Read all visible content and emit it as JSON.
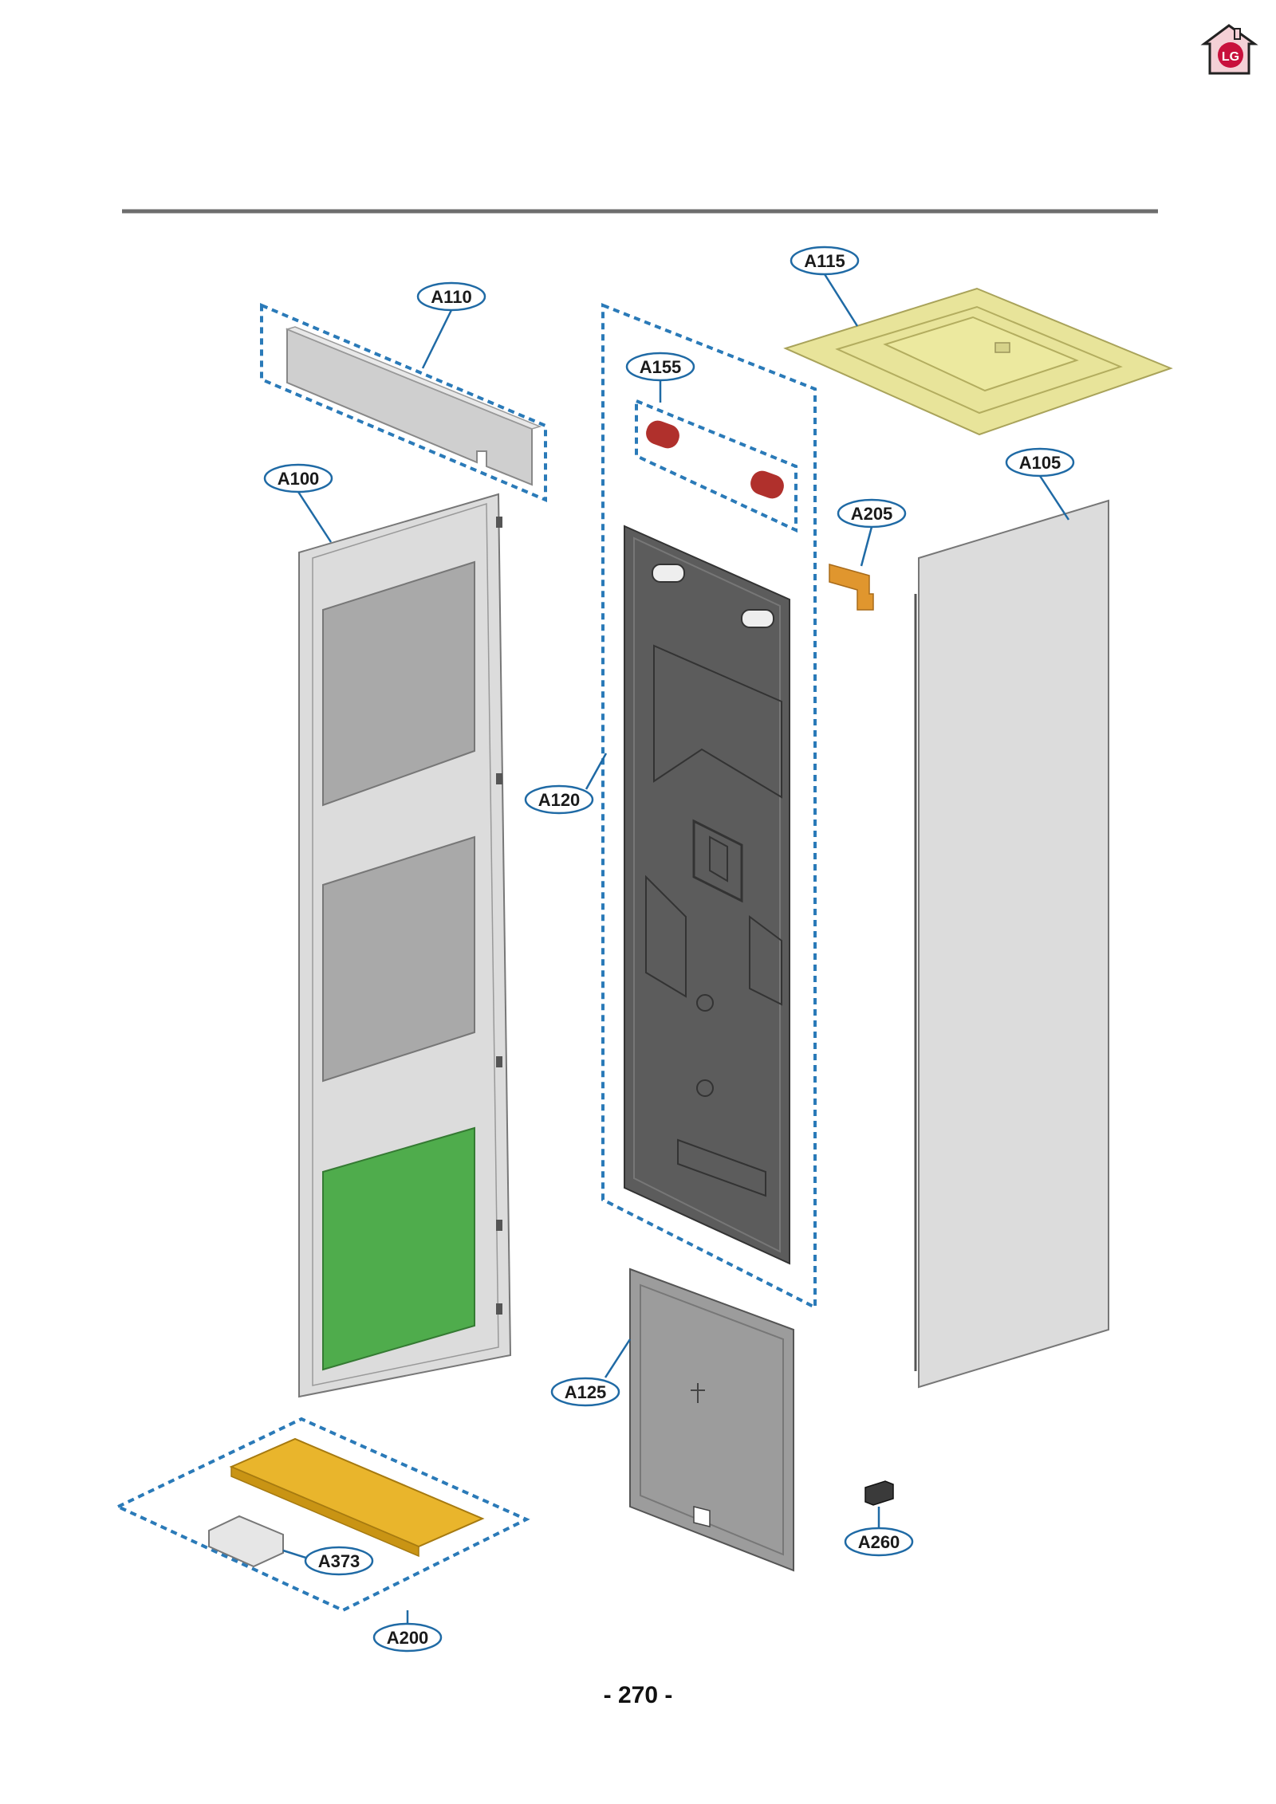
{
  "page": {
    "number_label": "- 270 -"
  },
  "logo": {
    "icon": "lg-home-logo-icon",
    "text": "LG"
  },
  "colors": {
    "callout_stroke": "#1f6aa5",
    "dashed_group": "#2a7ab8",
    "header_rule": "#6d6d6d",
    "panel_light": "#dcdcdc",
    "panel_pad": "#a8a8a8",
    "panel_green": "#4fac4c",
    "panel_dark": "#5a5a5a",
    "top_plate": "#e8e49a",
    "cushion_red": "#b0302c",
    "bracket_orange": "#e0962e",
    "tray_yellow": "#e9b52c"
  },
  "callouts": {
    "a110": "A110",
    "a115": "A115",
    "a155": "A155",
    "a100": "A100",
    "a105": "A105",
    "a205": "A205",
    "a120": "A120",
    "a125": "A125",
    "a373": "A373",
    "a200": "A200",
    "a260": "A260"
  }
}
